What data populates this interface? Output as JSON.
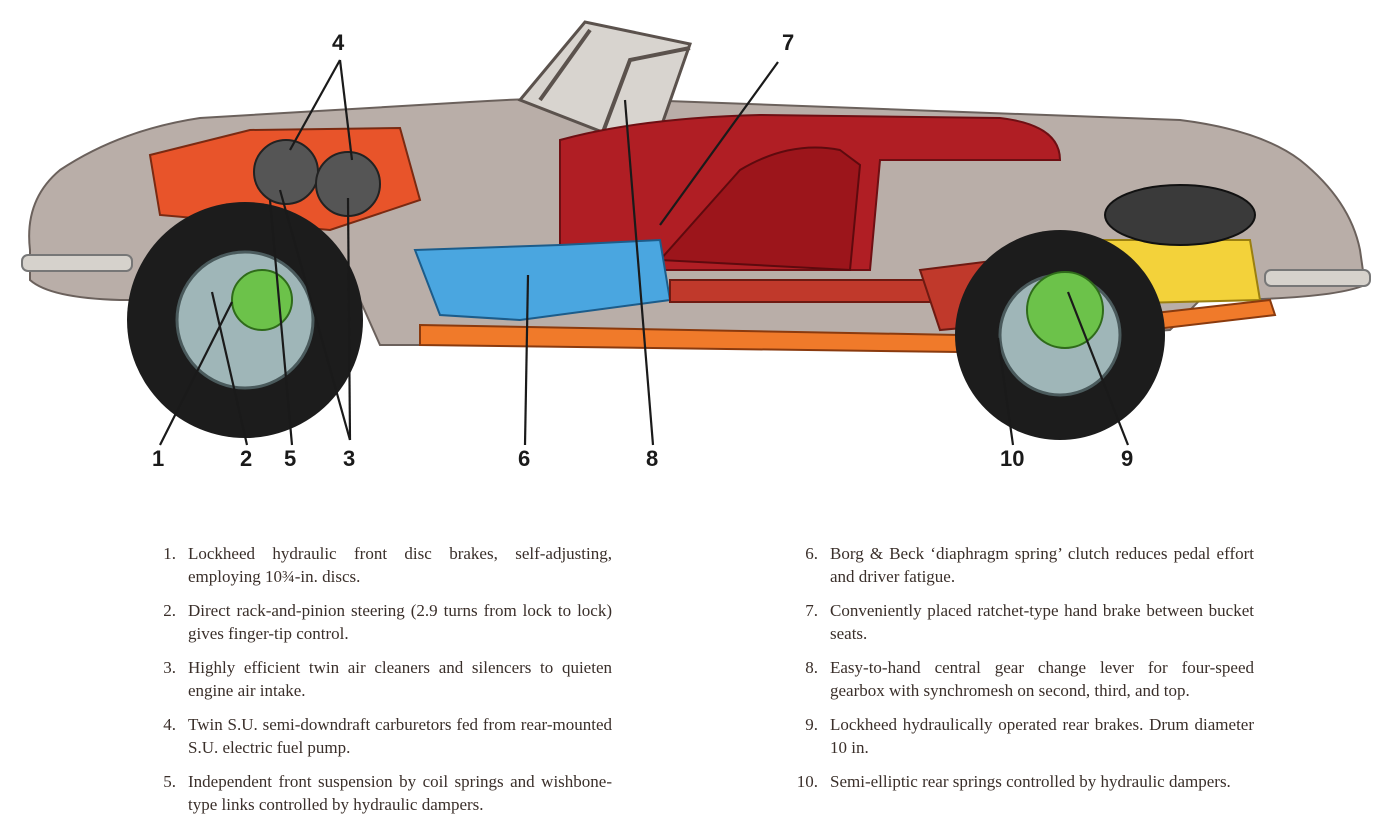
{
  "callouts": {
    "c1": "1",
    "c2": "2",
    "c3": "3",
    "c4": "4",
    "c5": "5",
    "c6": "6",
    "c7": "7",
    "c8": "8",
    "c9": "9",
    "c10": "10"
  },
  "legend": [
    {
      "num": "1.",
      "text": "Lockheed hydraulic front disc brakes, self-adjusting, employing 10¾-in. discs."
    },
    {
      "num": "2.",
      "text": "Direct rack-and-pinion steering (2.9 turns from lock to lock) gives finger-tip control."
    },
    {
      "num": "3.",
      "text": "Highly efficient twin air cleaners and silencers to quieten engine air intake."
    },
    {
      "num": "4.",
      "text": "Twin S.U. semi-downdraft carburetors fed from rear-mounted S.U. electric fuel pump."
    },
    {
      "num": "5.",
      "text": "Independent front suspension by coil springs and wishbone-type links controlled by hydraulic dampers."
    },
    {
      "num": "6.",
      "text": "Borg & Beck ‘diaphragm spring’ clutch reduces pedal effort and driver fatigue."
    },
    {
      "num": "7.",
      "text": "Conveniently placed ratchet-type hand brake between bucket seats."
    },
    {
      "num": "8.",
      "text": "Easy-to-hand central gear change lever for four-speed gearbox with synchromesh on second, third, and top."
    },
    {
      "num": "9.",
      "text": "Lockheed hydraulically operated rear brakes. Drum diameter 10 in."
    },
    {
      "num": "10.",
      "text": "Semi-elliptic rear springs controlled by hydraulic dampers."
    }
  ],
  "colors": {
    "body": "#b9aea8",
    "interior": "#b01e24",
    "engine": "#e8542a",
    "gearbox": "#4aa6e0",
    "brake": "#6cc24a",
    "tank": "#f3d23a",
    "tyre": "#1c1c1c",
    "exhaust": "#f07a2a"
  }
}
